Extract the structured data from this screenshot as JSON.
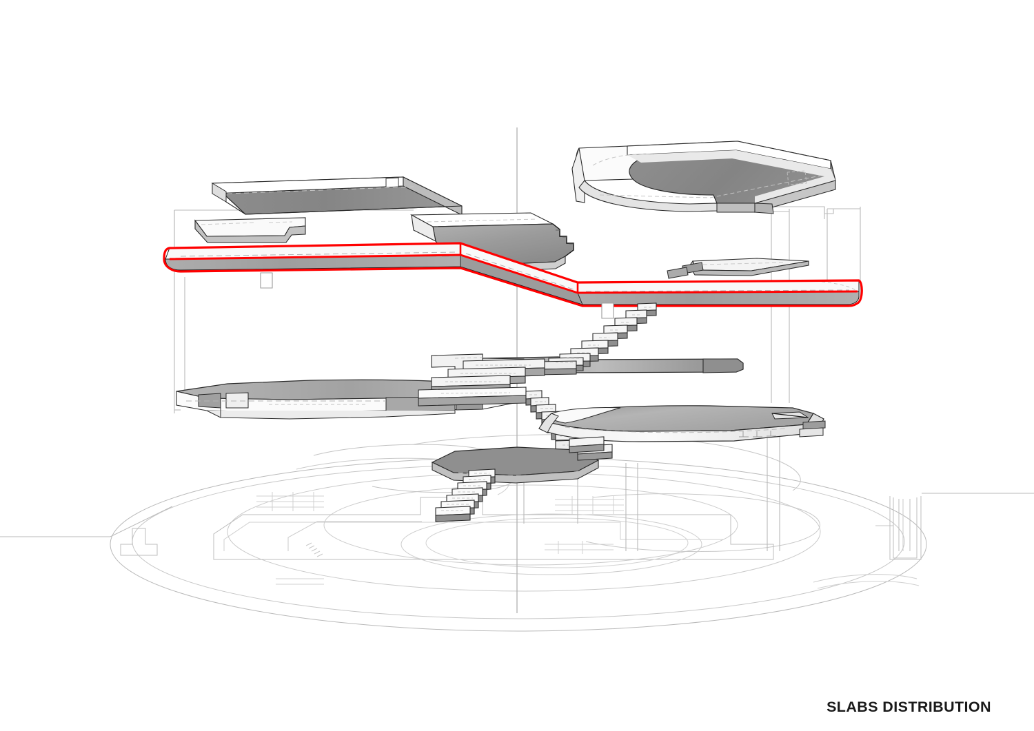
{
  "document": {
    "title": "SLABS DISTRIBUTION",
    "type": "architectural-axonometric-exploded-diagram",
    "background_color": "#ffffff",
    "caption_color": "#1a1a1a"
  },
  "palette": {
    "highlight_red": "#ff0000",
    "slab_top_dark": "#8a8a8a",
    "slab_top_mid": "#9e9e9e",
    "slab_top_light": "#b8b8b8",
    "slab_edge_white": "#fdfdfd",
    "slab_side_gray": "#c9c9c9",
    "outline_black": "#1a1a1a",
    "ghost_line": "#b4b4b4",
    "faint_line": "#d2d2d2",
    "dashed_hidden": "#9a9a9a",
    "stair_tread": "#f2f2f2",
    "stair_riser": "#8e8e8e"
  },
  "legend": {
    "highlighted_element": "Ramped slab highlighted in red outline",
    "highlight_stroke_width": 3
  },
  "elements": [
    {
      "id": "top-left-slab",
      "name": "upper-left-rectangular-slab",
      "level": "roof",
      "shading": "dark-gray-top-white-edge",
      "highlighted": false
    },
    {
      "id": "top-right-crescent",
      "name": "upper-right-crescent-slab",
      "level": "roof",
      "shading": "dark-gray-top-white-edge",
      "highlighted": false,
      "note": "C-shaped notch on left side"
    },
    {
      "id": "small-left-shelf",
      "name": "upper-left-small-shelf-slab",
      "level": "roof-minus",
      "shading": "light-gray",
      "highlighted": false
    },
    {
      "id": "stepped-canopy",
      "name": "central-stepped-canopy-slab",
      "level": "upper",
      "shading": "gradient-gray",
      "highlighted": false,
      "note": "stepped right edge"
    },
    {
      "id": "red-ramp-slab",
      "name": "highlighted-ramped-slab",
      "level": "upper-floor",
      "shading": "white-with-gray-underside",
      "highlighted": true,
      "note": "spans full width, steps down at center"
    },
    {
      "id": "right-wing-plate",
      "name": "upper-right-thin-wing-plate",
      "level": "upper-floor",
      "shading": "light-gray",
      "highlighted": false
    },
    {
      "id": "mid-left-slab",
      "name": "mid-level-left-tapered-slab",
      "level": "middle",
      "shading": "light-gray-gradient",
      "highlighted": false
    },
    {
      "id": "mid-right-bar",
      "name": "mid-level-right-bar-slab",
      "level": "middle",
      "shading": "mid-gray",
      "highlighted": false
    },
    {
      "id": "lower-oval-slab",
      "name": "lower-elliptical-slab",
      "level": "ground-plus",
      "shading": "gray-gradient",
      "highlighted": false
    },
    {
      "id": "lowest-platform",
      "name": "lowest-polygonal-platform",
      "level": "ground",
      "shading": "mid-dark-gray",
      "highlighted": false
    },
    {
      "id": "stair-upper",
      "name": "upper-stair-flight",
      "level": "upper-to-mid",
      "shading": "tread-white-riser-gray",
      "highlighted": false,
      "steps": 11
    },
    {
      "id": "stair-mid",
      "name": "middle-stair-flight",
      "level": "mid-to-lower",
      "shading": "tread-white-riser-gray",
      "highlighted": false,
      "steps": 9
    },
    {
      "id": "stair-lower",
      "name": "lower-stair-flight",
      "level": "lower-to-ground",
      "shading": "tread-white-riser-gray",
      "highlighted": false,
      "steps": 7
    },
    {
      "id": "ghost-site-plan",
      "name": "ghost-site-plan-outline",
      "level": "datum",
      "shading": "thin-gray-lines",
      "highlighted": false,
      "note": "faint oval site contours and footprint"
    },
    {
      "id": "center-axis",
      "name": "vertical-center-axis-line",
      "level": "reference",
      "shading": "thin-gray",
      "highlighted": false
    },
    {
      "id": "column-lines",
      "name": "vertical-column-reference-lines",
      "level": "reference",
      "shading": "thin-gray",
      "highlighted": false
    }
  ]
}
